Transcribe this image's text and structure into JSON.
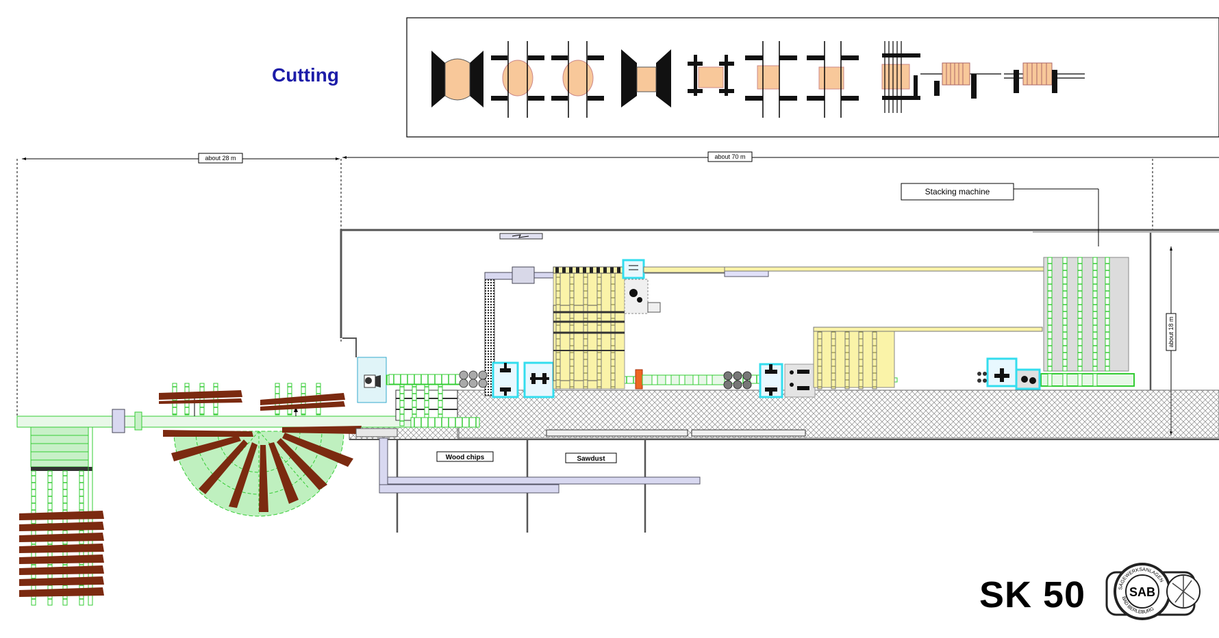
{
  "headings": {
    "cutting": "Cutting",
    "model": "SK 50"
  },
  "dimensions": {
    "left_span": "about 28 m",
    "main_span": "about 70 m",
    "height_span": "about 18 m"
  },
  "labels": {
    "stacking_machine": "Stacking machine",
    "wood_chips": "Wood chips",
    "sawdust": "Sawdust"
  },
  "logo": {
    "center_text": "SAB",
    "ring_top": "SÄGEWERKSANLAGEN",
    "ring_bottom": "BAD BERLEBURG"
  },
  "colors": {
    "title_blue": "#1c1ca8",
    "log_brown": "#7b2a10",
    "conveyor_green": "#33cc33",
    "light_green": "#bff0bf",
    "machine_yellow": "#faf3a8",
    "accent_cyan": "#33ddee",
    "wood_orange": "#f8c89a",
    "duct_blue": "#9a9ae0",
    "floor_gray": "#e6e6e6"
  }
}
